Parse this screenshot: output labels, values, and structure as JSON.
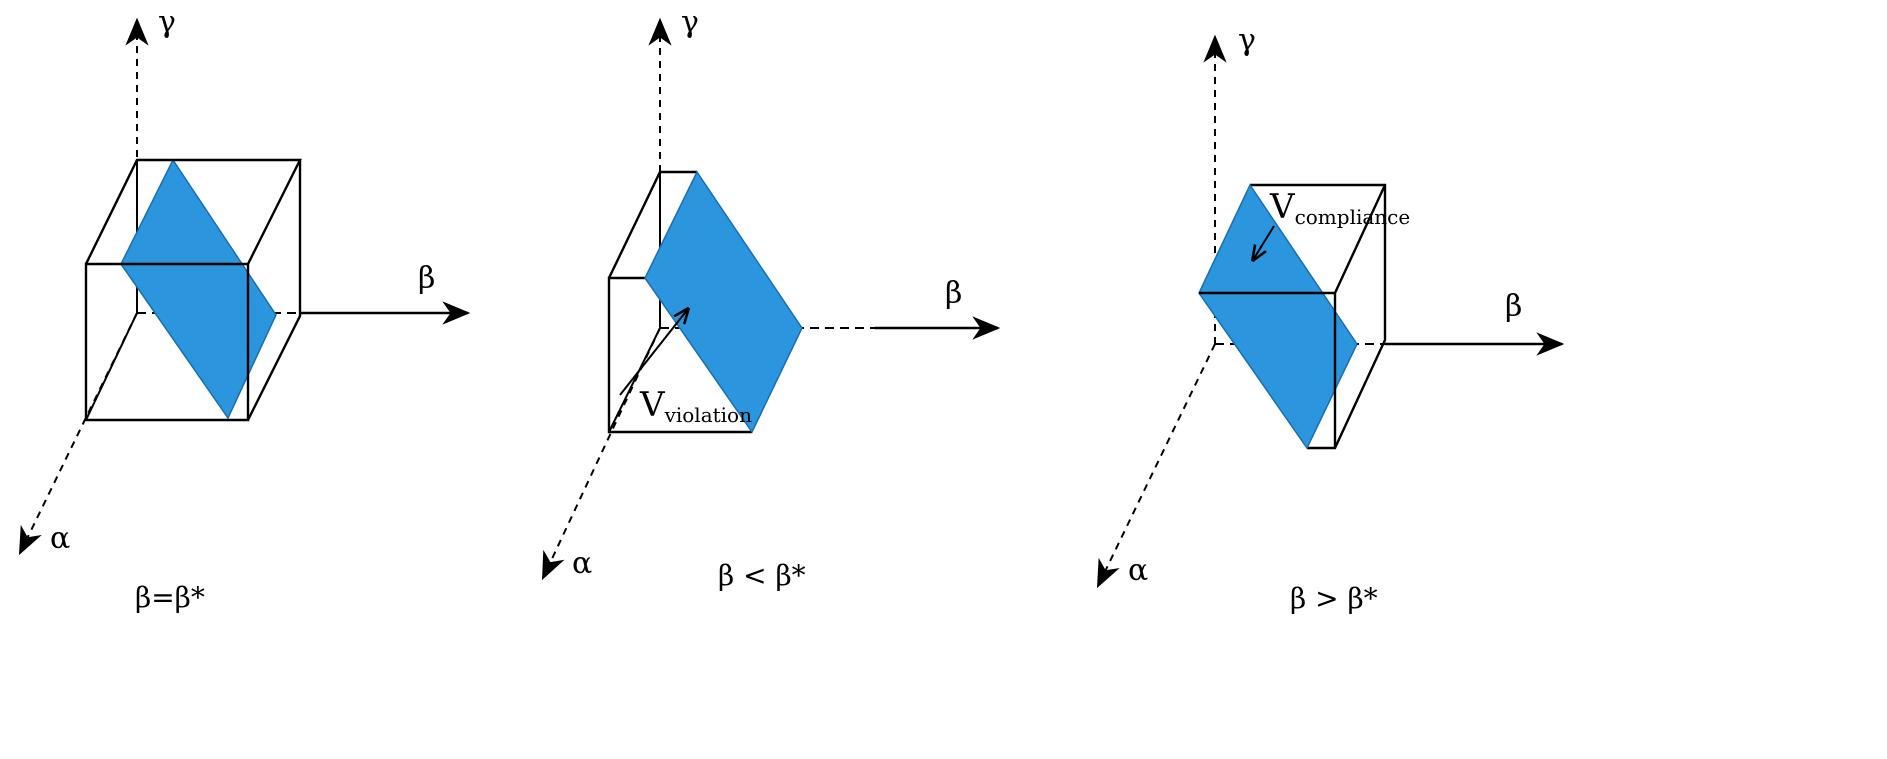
{
  "colors": {
    "plane": "#2b95dd",
    "plane_edge": "#1a6fb0",
    "ink": "#000000"
  },
  "panels": [
    {
      "caption": "β=β*",
      "axes": {
        "gamma": "γ",
        "beta": "β",
        "alpha": "α"
      }
    },
    {
      "caption": "β < β*",
      "axes": {
        "gamma": "γ",
        "beta": "β",
        "alpha": "α"
      },
      "annotation": {
        "main": "V",
        "sub": "violation"
      }
    },
    {
      "caption": "β > β*",
      "axes": {
        "gamma": "γ",
        "beta": "β",
        "alpha": "α"
      },
      "annotation": {
        "main": "V",
        "sub": "compliance"
      }
    }
  ]
}
